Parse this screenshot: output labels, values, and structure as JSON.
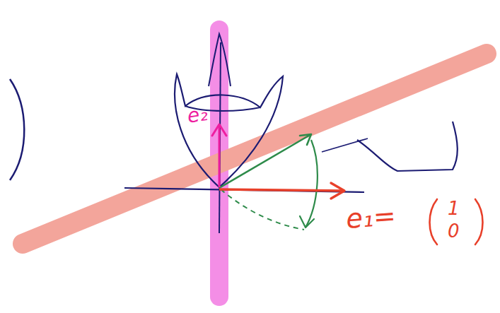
{
  "diagram": {
    "labels": [
      "e₂",
      "e₁=",
      "1",
      "0"
    ]
  }
}
